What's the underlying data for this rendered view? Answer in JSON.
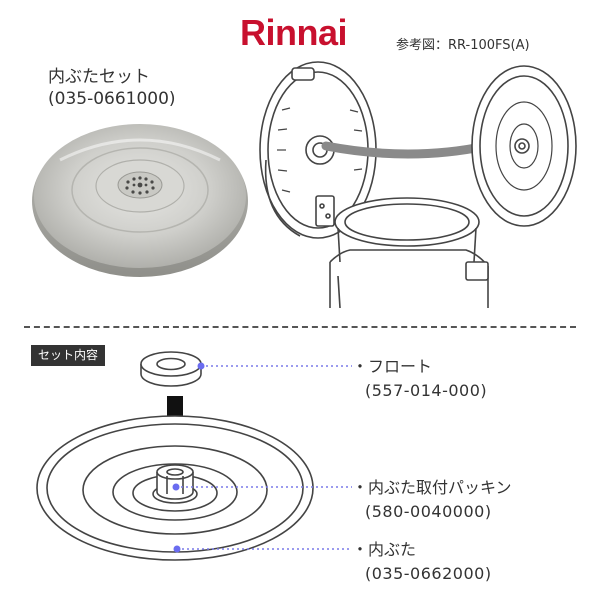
{
  "brand": "Rinnai",
  "reference_label": "参考図：RR-100FS(A)",
  "set": {
    "name": "内ぶたセット",
    "part_number": "(035-0661000)"
  },
  "contents_badge": "セット内容",
  "parts": [
    {
      "name": "・フロート",
      "part_number": "(557-014-000)"
    },
    {
      "name": "・内ぶた取付パッキン",
      "part_number": "(580-0040000)"
    },
    {
      "name": "・内ぶた",
      "part_number": "(035-0662000)"
    }
  ],
  "colors": {
    "brand_red": "#c8102e",
    "leader_dot": "#6a6cf0",
    "arrow_gray": "#8a8a8a"
  }
}
